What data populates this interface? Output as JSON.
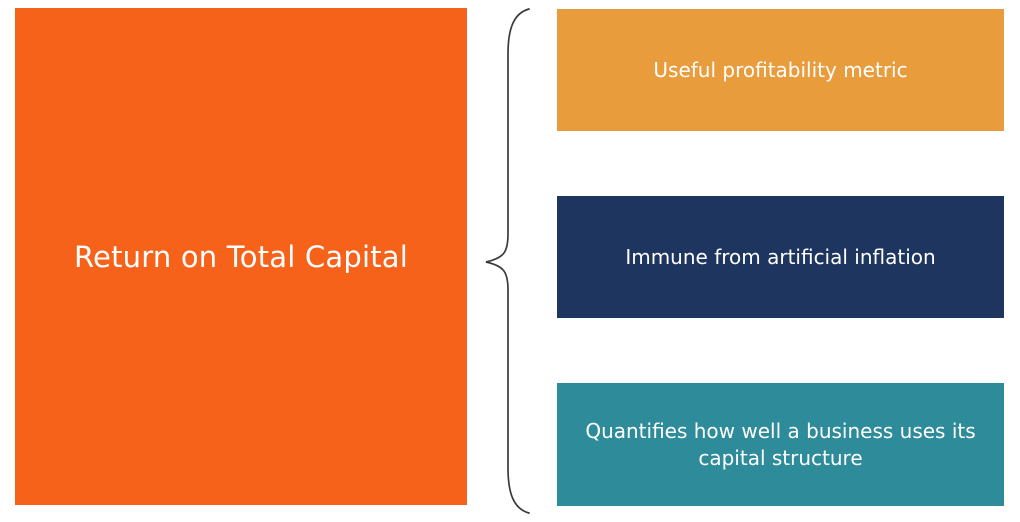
{
  "diagram": {
    "main": {
      "label": "Return on Total Capital"
    },
    "items": [
      {
        "label": "Useful profitability metric"
      },
      {
        "label": "Immune from artificial inflation"
      },
      {
        "label": "Quantifies how well a business uses its capital structure"
      }
    ]
  },
  "colors": {
    "main": "#F7621B",
    "item0": "#E99C3C",
    "item1": "#1E3560",
    "item2": "#2E8B9A",
    "brace": "#3B3B3B",
    "text": "#FFFFFF",
    "background": "#FFFFFF"
  }
}
